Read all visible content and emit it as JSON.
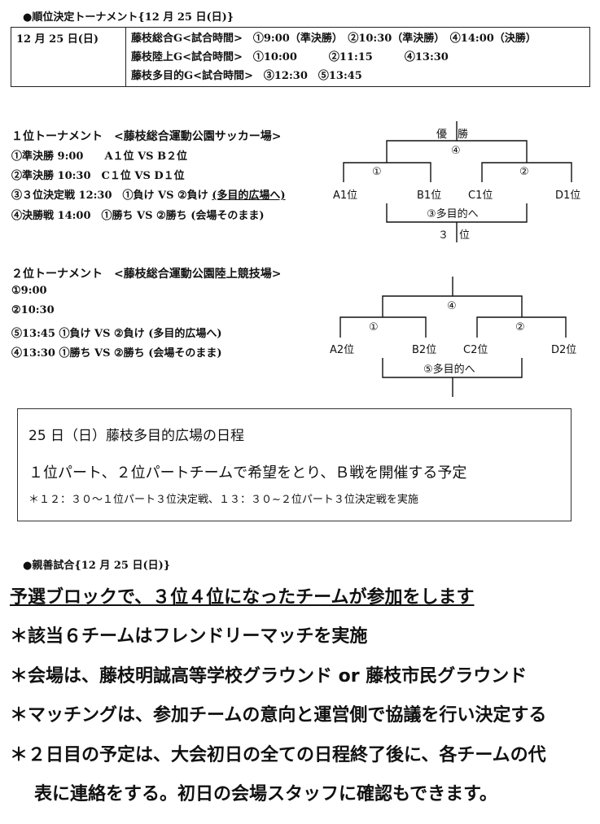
{
  "header1": "●順位決定トーナメント{12 月 25 日(日)}",
  "schedule": {
    "date": "12 月 25 日(日)",
    "lines": [
      "藤枝総合G<試合時間>　①9:00（準決勝）　②10:30（準決勝）　④14:00（決勝）",
      "藤枝陸上G<試合時間>　①10:00　　　②11:15　　　④13:30",
      "藤枝多目的G<試合時間>　③12:30　⑤13:45"
    ]
  },
  "t1": {
    "title": "１位トーナメント　<藤枝総合運動公園サッカー場>",
    "rows": [
      "①準決勝 9:00　　A１位 VS B２位",
      "②準決勝 10:30　C１位 VS D１位",
      "③３位決定戦 12:30　①負け VS ②負け",
      "④決勝戦 14:00　①勝ち VS ②勝ち (会場そのまま)"
    ],
    "row3_note": "(多目的広場へ)",
    "bracket": {
      "top": "優　勝",
      "final": "④",
      "semi1": "①",
      "semi2": "②",
      "a": "A1位",
      "b": "B1位",
      "c": "C1位",
      "d": "D1位",
      "third": "③多目的へ",
      "third_label": "３　位"
    }
  },
  "t2": {
    "title": "２位トーナメント　<藤枝総合運動公園陸上競技場>",
    "rows": [
      "①9:00",
      "②10:30",
      "⑤13:45 ①負け VS ②負け (多目的広場へ)",
      "④13:30 ①勝ち VS ②勝ち (会場そのまま)"
    ],
    "bracket": {
      "final": "④",
      "semi1": "①",
      "semi2": "②",
      "a": "A2位",
      "b": "B2位",
      "c": "C2位",
      "d": "D2位",
      "third": "⑤多目的へ"
    }
  },
  "box": {
    "title": "25 日（日）藤枝多目的広場の日程",
    "line": "１位パート、２位パートチームで希望をとり、Ｂ戦を開催する予定",
    "note": "＊１２：３０～１位パート３位決定戦、１３：３０~２位パート３位決定戦を実施"
  },
  "header2": "●親善試合{12 月 25 日(日)}",
  "friendly": {
    "lead": "予選ブロックで、３位４位になったチームが参加をします",
    "items": [
      "＊該当６チームはフレンドリーマッチを実施",
      "＊会場は、藤枝明誠高等学校グラウンド or 藤枝市民グラウンド",
      "＊マッチングは、参加チームの意向と運営側で協議を行い決定する",
      "＊２日目の予定は、大会初日の全ての日程終了後に、各チームの代"
    ],
    "cont": "表に連絡をする。初日の会場スタッフに確認もできます。"
  }
}
